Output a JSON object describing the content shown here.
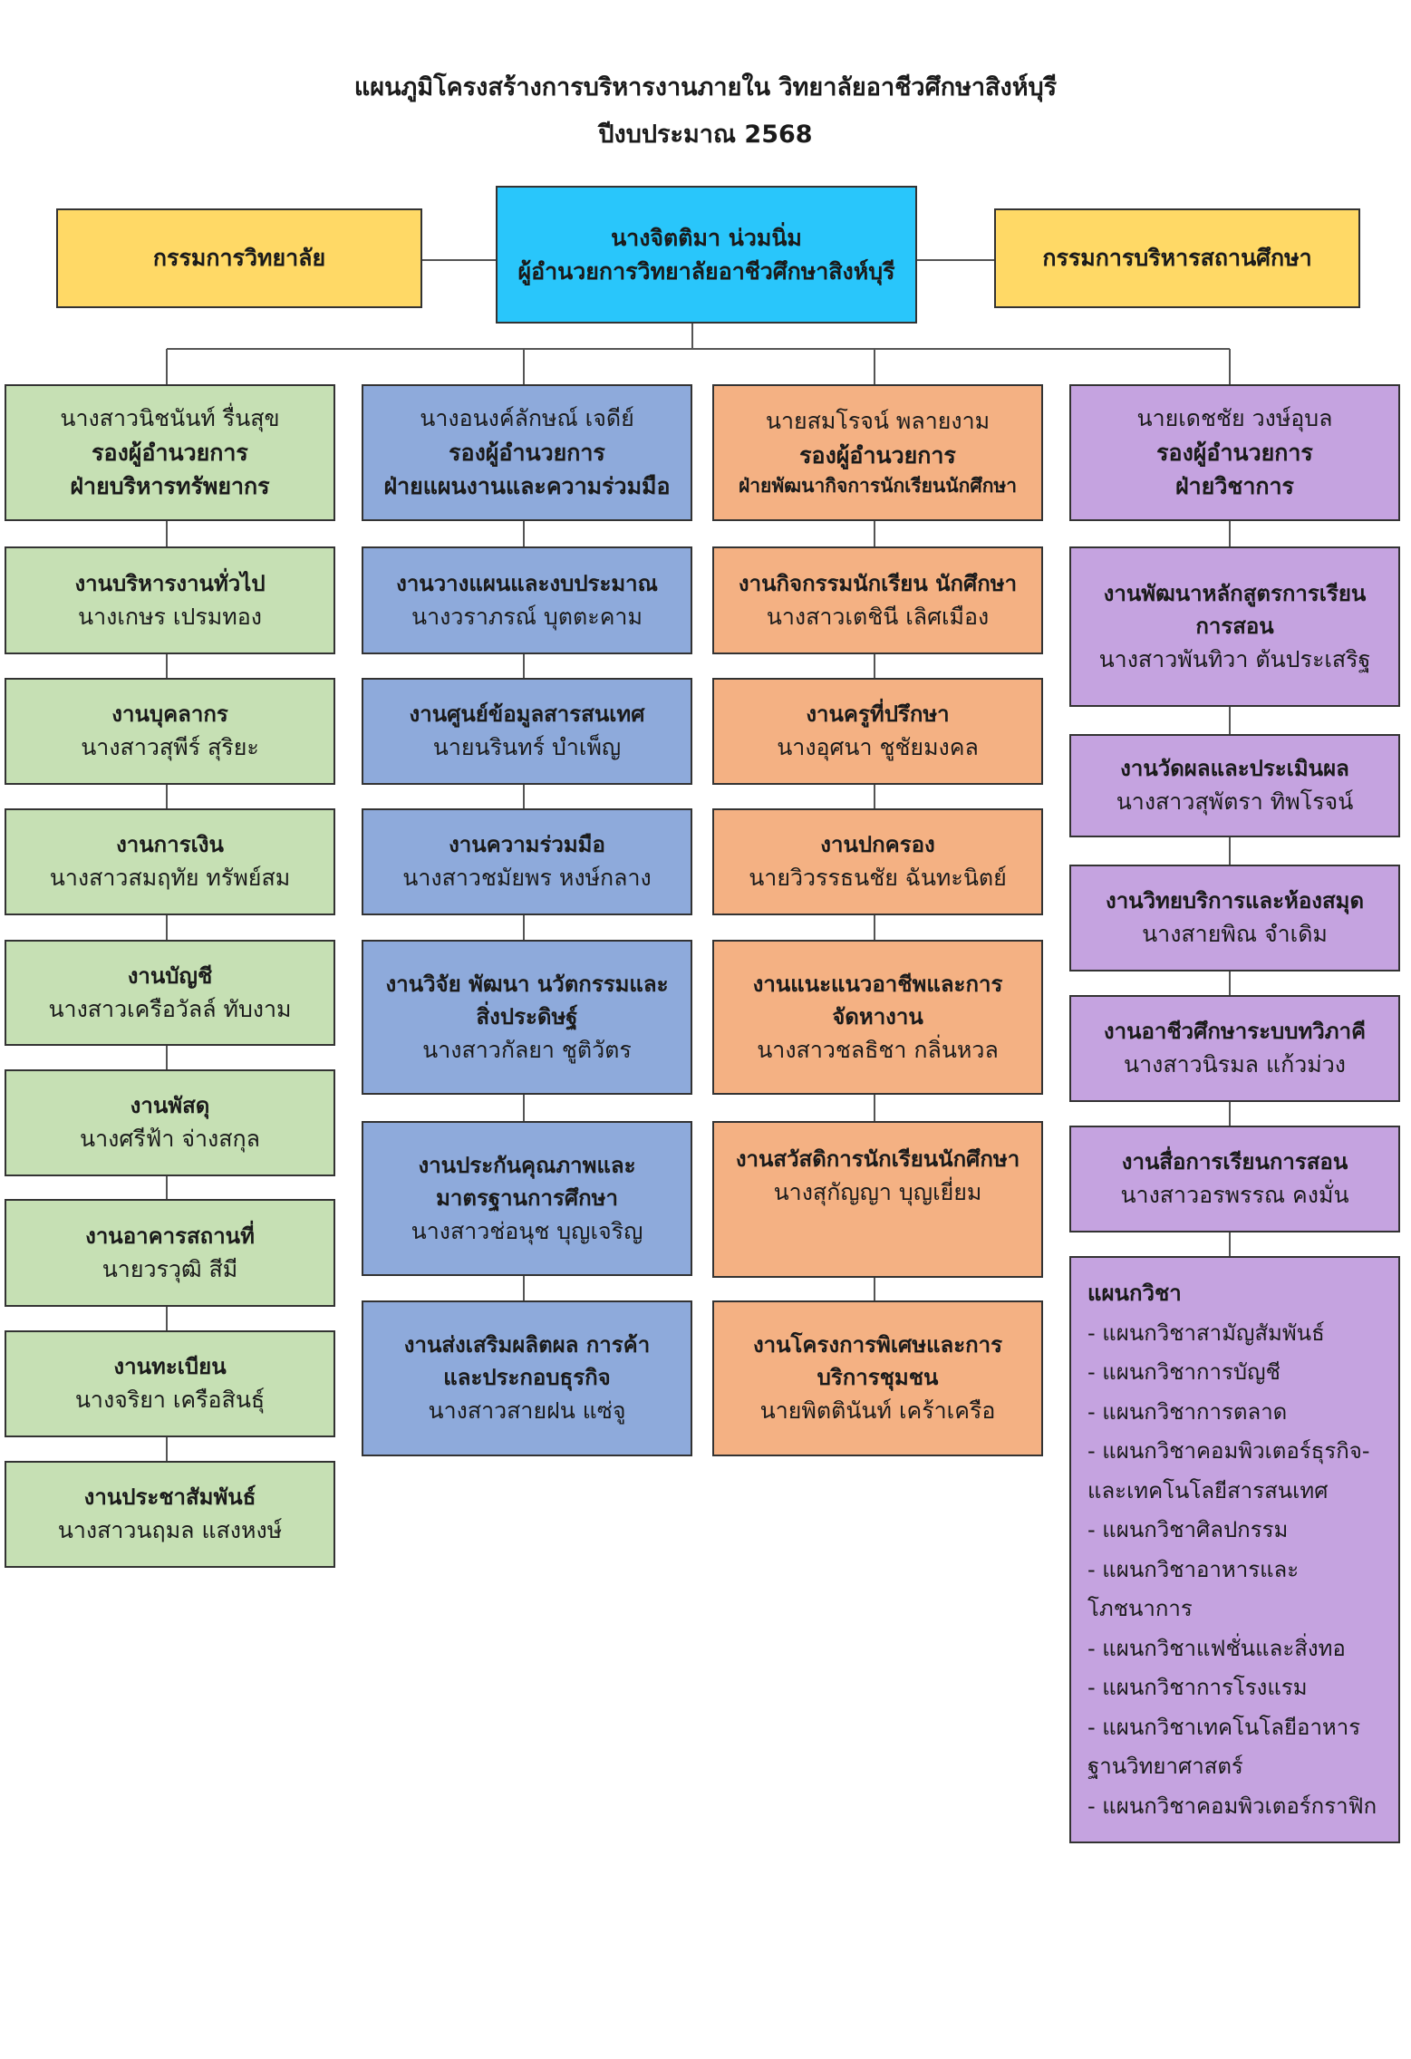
{
  "title": {
    "line1": "แผนภูมิโครงสร้างการบริหารงานภายใน วิทยาลัยอาชีวศึกษาสิงห์บุรี",
    "line2": "ปีงบประมาณ 2568"
  },
  "director": {
    "name": "นางจิตติมา น่วมนิ่ม",
    "role": "ผู้อำนวยการวิทยาลัยอาชีวศึกษาสิงห์บุรี"
  },
  "left_committee": "กรรมการวิทยาลัย",
  "right_committee": "กรรมการบริหารสถานศึกษา",
  "columns": [
    {
      "deputy": {
        "name": "นางสาวนิชนันท์ รื่นสุข",
        "role": "รองผู้อำนวยการ",
        "division": "ฝ่ายบริหารทรัพยากร"
      },
      "units": [
        {
          "unit": "งานบริหารงานทั่วไป",
          "person": "นางเกษร เปรมทอง"
        },
        {
          "unit": "งานบุคลากร",
          "person": "นางสาวสุพีร์ สุริยะ"
        },
        {
          "unit": "งานการเงิน",
          "person": "นางสาวสมฤทัย ทรัพย์สม"
        },
        {
          "unit": "งานบัญชี",
          "person": "นางสาวเครือวัลล์ ทับงาม"
        },
        {
          "unit": "งานพัสดุ",
          "person": "นางศรีฟ้า จ่างสกุล"
        },
        {
          "unit": "งานอาคารสถานที่",
          "person": "นายวรวุฒิ สีมี"
        },
        {
          "unit": "งานทะเบียน",
          "person": "นางจริยา เครือสินธุ์"
        },
        {
          "unit": "งานประชาสัมพันธ์",
          "person": "นางสาวนฤมล แสงหงษ์"
        }
      ]
    },
    {
      "deputy": {
        "name": "นางอนงค์ลักษณ์ เจดีย์",
        "role": "รองผู้อำนวยการ",
        "division": "ฝ่ายแผนงานและความร่วมมือ"
      },
      "units": [
        {
          "unit": "งานวางแผนและงบประมาณ",
          "person": "นางวราภรณ์ บุตตะคาม"
        },
        {
          "unit": "งานศูนย์ข้อมูลสารสนเทศ",
          "person": "นายนรินทร์ บำเพ็ญ"
        },
        {
          "unit": "งานความร่วมมือ",
          "person": "นางสาวชมัยพร หงษ์กลาง"
        },
        {
          "unit": "งานวิจัย พัฒนา นวัตกรรมและ",
          "unit2": "สิ่งประดิษฐ์",
          "person": "นางสาวกัลยา ชูติวัตร"
        },
        {
          "unit": "งานประกันคุณภาพและ",
          "unit2": "มาตรฐานการศึกษา",
          "person": "นางสาวช่อนุช บุญเจริญ"
        },
        {
          "unit": "งานส่งเสริมผลิตผล การค้า",
          "unit2": "และประกอบธุรกิจ",
          "person": "นางสาวสายฝน แซ่จู"
        }
      ]
    },
    {
      "deputy": {
        "name": "นายสมโรจน์ พลายงาม",
        "role": "รองผู้อำนวยการ",
        "division": "ฝ่ายพัฒนากิจการนักเรียนนักศึกษา"
      },
      "units": [
        {
          "unit": "งานกิจกรรมนักเรียน นักศึกษา",
          "person": "นางสาวเตชินี เลิศเมือง"
        },
        {
          "unit": "งานครูที่ปรึกษา",
          "person": "นางอุศนา ชูชัยมงคล"
        },
        {
          "unit": "งานปกครอง",
          "person": "นายวิวรรธนชัย  ฉันทะนิตย์"
        },
        {
          "unit": "งานแนะแนวอาชีพและการ",
          "unit2": "จัดหางาน",
          "person": "นางสาวชลธิชา กลิ่นหวล"
        },
        {
          "unit": "งานสวัสดิการนักเรียนนักศึกษา",
          "person": "นางสุกัญญา บุญเยี่ยม"
        },
        {
          "unit": "งานโครงการพิเศษและการ",
          "unit2": "บริการชุมชน",
          "person": "นายพิตตินันท์ เคร้าเครือ"
        }
      ]
    },
    {
      "deputy": {
        "name": "นายเดชชัย วงษ์อุบล",
        "role": "รองผู้อำนวยการ",
        "division": "ฝ่ายวิชาการ"
      },
      "units": [
        {
          "unit": "งานพัฒนาหลักสูตรการเรียน",
          "unit2": "การสอน",
          "person": "นางสาวพันทิวา ตันประเสริฐ"
        },
        {
          "unit": "งานวัดผลและประเมินผล",
          "person": "นางสาวสุพัตรา ทิพโรจน์"
        },
        {
          "unit": "งานวิทยบริการและห้องสมุด",
          "person": "นางสายพิณ จำเดิม"
        },
        {
          "unit": "งานอาชีวศึกษาระบบทวิภาคี",
          "person": "นางสาวนิรมล แก้วม่วง"
        },
        {
          "unit": "งานสื่อการเรียนการสอน",
          "person": "นางสาวอรพรรณ คงมั่น"
        }
      ],
      "departments": {
        "heading": "แผนกวิชา",
        "items": [
          "- แผนกวิชาสามัญสัมพันธ์",
          "- แผนกวิชาการบัญชี",
          "- แผนกวิชาการตลาด",
          "- แผนกวิชาคอมพิวเตอร์ธุรกิจ-",
          "และเทคโนโลยีสารสนเทศ",
          "- แผนกวิชาศิลปกรรม",
          "- แผนกวิชาอาหารและ",
          "โภชนาการ",
          "- แผนกวิชาแฟชั่นและสิ่งทอ",
          "- แผนกวิชาการโรงแรม",
          "- แผนกวิชาเทคโนโลยีอาหาร",
          "ฐานวิทยาศาสตร์",
          "- แผนกวิชาคอมพิวเตอร์กราฟิก"
        ]
      }
    }
  ],
  "colors": {
    "green": "#c6e0b4",
    "blue": "#8eaadb",
    "orange": "#f4b183",
    "purple": "#c5a3e0",
    "yellow": "#ffd966",
    "cyan": "#29c6fb"
  }
}
